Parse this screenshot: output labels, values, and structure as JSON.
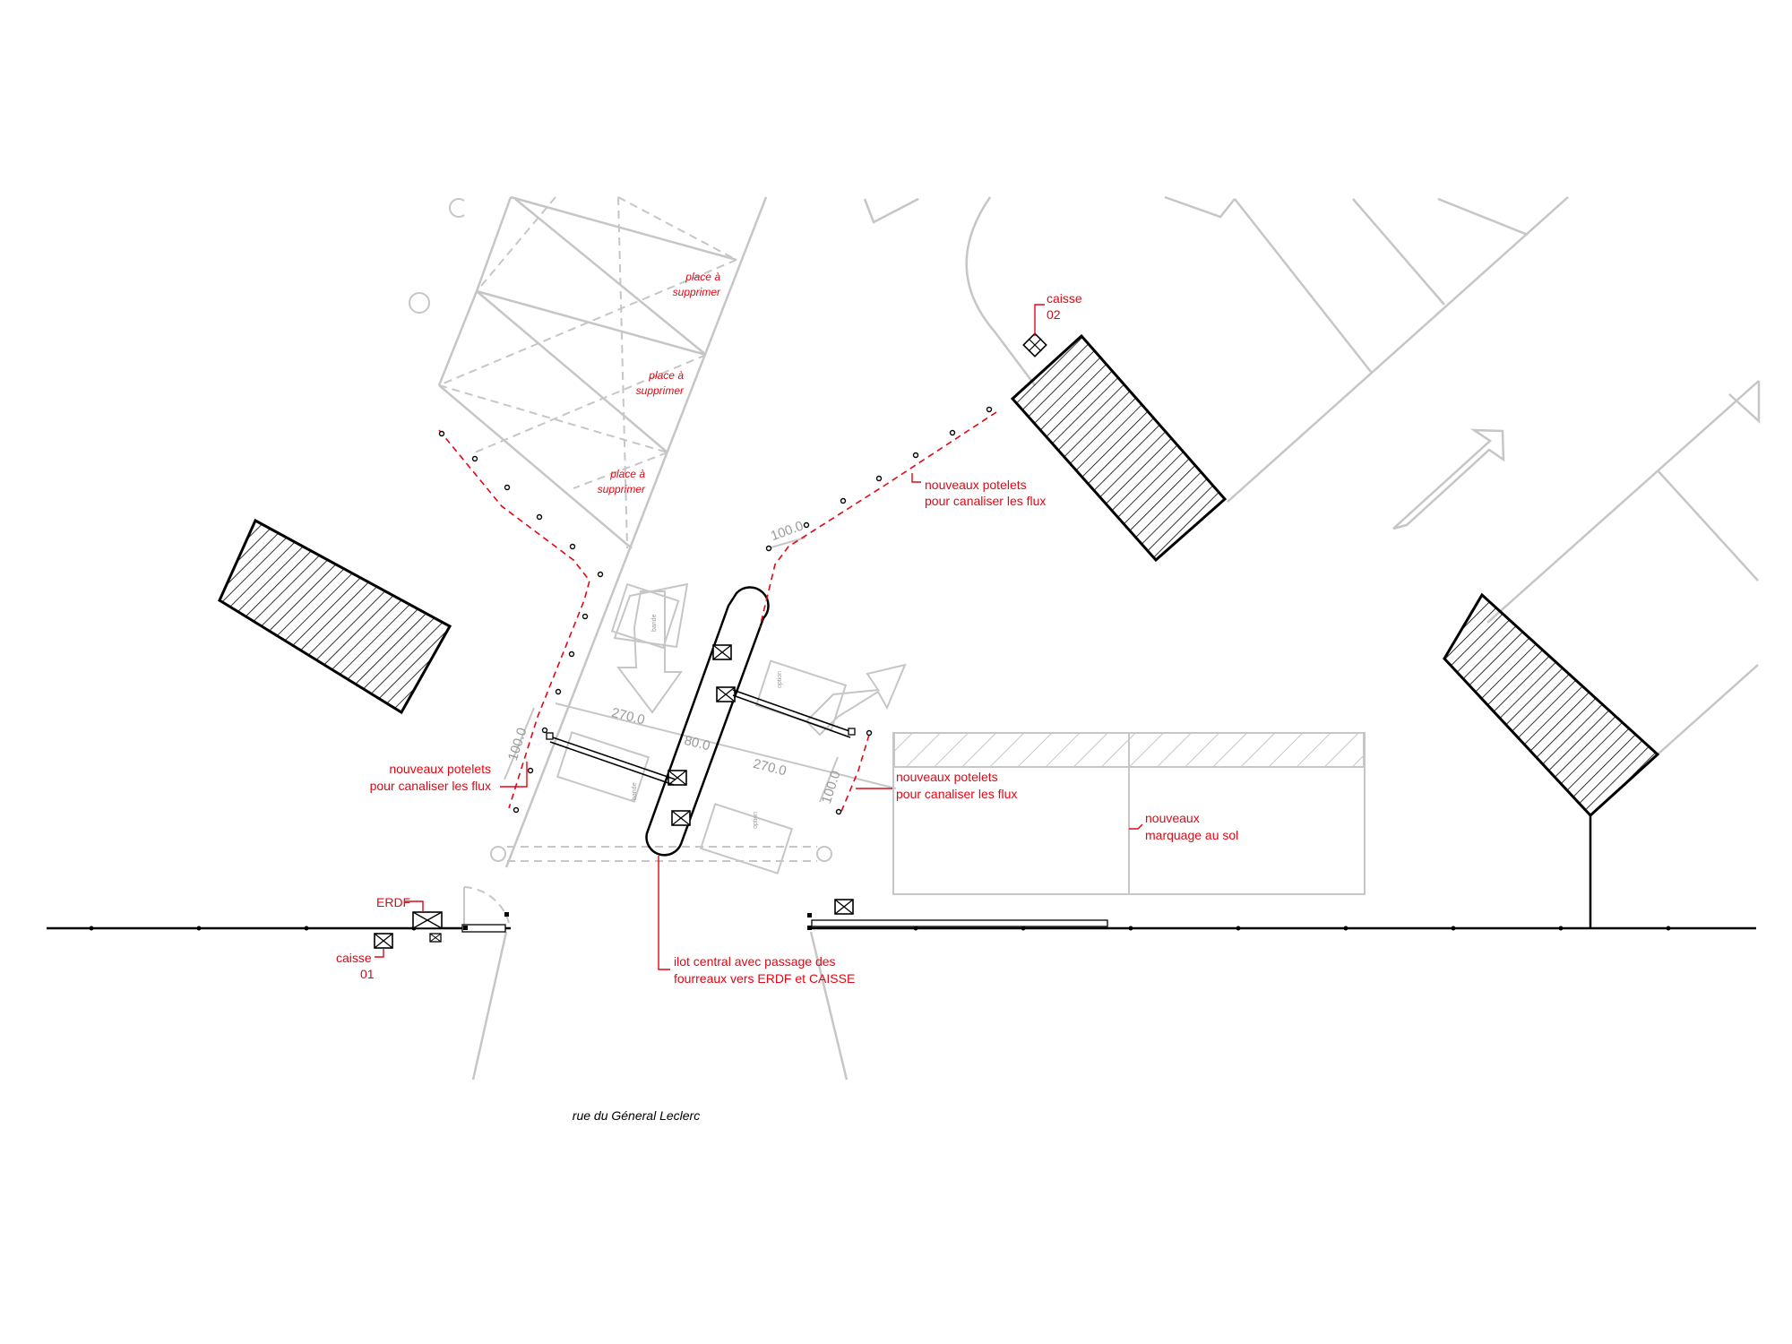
{
  "colors": {
    "annotation": "#e30613",
    "existing": "#c6c6c6",
    "new": "#000000"
  },
  "labels": {
    "place_a_supprimer_line1": "place à",
    "place_a_supprimer_line2": "supprimer",
    "caisse02_line1": "caisse",
    "caisse02_line2": "02",
    "potelets_top_line1": "nouveaux potelets",
    "potelets_top_line2": "pour canaliser les flux",
    "potelets_left_line1": "nouveaux potelets",
    "potelets_left_line2": "pour canaliser les flux",
    "potelets_right_line1": "nouveaux potelets",
    "potelets_right_line2": "pour canaliser les flux",
    "marquage_line1": "nouveaux",
    "marquage_line2": "marquage au sol",
    "erdf": "ERDF",
    "caisse01_line1": "caisse",
    "caisse01_line2": "01",
    "ilot_line1": "ilot central avec passage des",
    "ilot_line2": "fourreaux vers ERDF et CAISSE",
    "street": "rue du Géneral Leclerc"
  },
  "dimensions": {
    "d_top": "100.0",
    "d_left": "100.0",
    "d_right": "100.0",
    "d_270_left": "270.0",
    "d_80": "80.0",
    "d_270_right": "270.0"
  },
  "icons": [
    "box-cross-icon",
    "bollard-icon",
    "direction-arrow-icon",
    "hatched-building-icon"
  ]
}
